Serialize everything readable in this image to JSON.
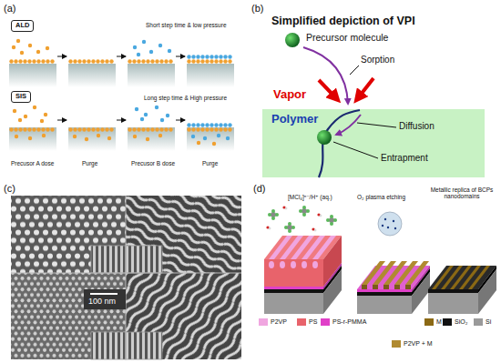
{
  "diagram": {
    "nodes": [
      {
        "text": [
          "ALD"
        ]
      },
      {
        "text": [
          "SIS"
        ]
      },
      {
        "text": [
          "Polymer",
          "Diffusion",
          "Entrapment"
        ]
      }
    ],
    "labels": [
      "(a)",
      "Short step time & low pressure",
      "Long step time & High pressure",
      "Precusor A dose",
      "Purge",
      "Precusor B dose",
      "Purge",
      "(b)",
      "Simplified depiction of VPI",
      "Precursor molecule",
      "Sorption",
      "Vapor",
      "(c)",
      "100 nm",
      "(d)",
      "[MCl₄]ⁿ⁻/H⁺ (aq.)",
      "O₂ plasma etching",
      "Metallic replica of BCPs nanodomains"
    ],
    "legend": [
      {
        "text": "P2VP",
        "color": "#f0a6e0"
      },
      {
        "text": "PS",
        "color": "#e8636b"
      },
      {
        "text": "PS-r-PMMA",
        "color": "#e040c8"
      },
      {
        "text": "P2VP + M",
        "color": "#b08a30"
      },
      {
        "text": "M",
        "color": "#8b6914"
      },
      {
        "text": "SiO₂",
        "color": "#111111"
      },
      {
        "text": "Si",
        "color": "#9a9a9a"
      }
    ]
  }
}
